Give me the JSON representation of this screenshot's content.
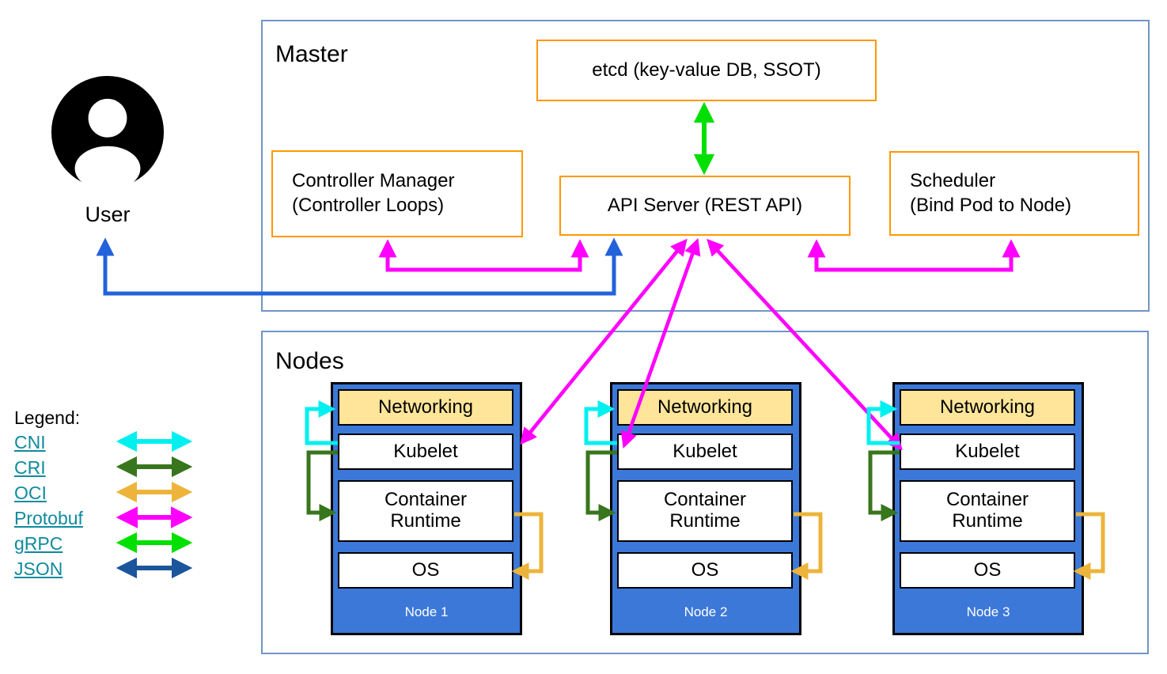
{
  "master": {
    "title": "Master",
    "etcd_label": "etcd (key-value DB, SSOT)",
    "controller_manager_line1": "Controller Manager",
    "controller_manager_line2": "(Controller Loops)",
    "api_server_label": "API Server (REST API)",
    "scheduler_line1": "Scheduler",
    "scheduler_line2": "(Bind Pod to Node)"
  },
  "user": {
    "label": "User"
  },
  "nodes_section": {
    "title": "Nodes",
    "layer_labels": {
      "networking": "Networking",
      "kubelet": "Kubelet",
      "container_runtime": "Container Runtime",
      "os": "OS"
    },
    "nodes": [
      {
        "name": "Node 1"
      },
      {
        "name": "Node 2"
      },
      {
        "name": "Node 3"
      }
    ]
  },
  "legend": {
    "title": "Legend:",
    "items": [
      {
        "label": "CNI",
        "protocol_color": "#00F0F0"
      },
      {
        "label": "CRI",
        "protocol_color": "#38761D"
      },
      {
        "label": "OCI",
        "protocol_color": "#EDB43C"
      },
      {
        "label": "Protobuf",
        "protocol_color": "#FF00FF"
      },
      {
        "label": "gRPC",
        "protocol_color": "#00E000"
      },
      {
        "label": "JSON",
        "protocol_color": "#1B559B"
      }
    ]
  },
  "colors": {
    "cni": "#00F0F0",
    "cri": "#38761D",
    "oci": "#EDB43C",
    "protobuf": "#FF00FF",
    "grpc": "#00E000",
    "json": "#1B559B",
    "user_arrow": "#2262DB",
    "node_fill": "#3C78D8",
    "networking_fill": "#FFE599",
    "box_border": "#FF9900",
    "frame_border": "#7295C5",
    "link_text": "#0F8B9E"
  }
}
